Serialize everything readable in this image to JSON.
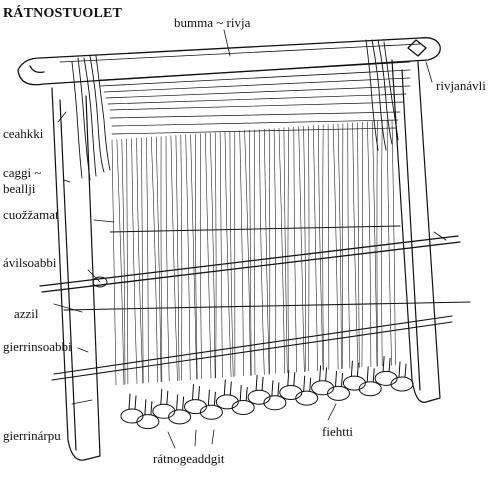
{
  "title": "RÁTNOSTUOLET",
  "labels": {
    "bumma_rivja": "bumma ~ rivja",
    "rivjanavli": "rivjanávli",
    "ceahkki": "ceahkki",
    "caggi_line1": "caggi ~",
    "caggi_line2": "beallji",
    "cuozzamat": "cuožžamat",
    "avilsoabbi": "ávilsoabbi",
    "azzil": "azzil",
    "gierrinsoabbi": "gierrinsoabbi",
    "gierrinarpu": "gierrinárpu",
    "fiehtti": "fiehtti",
    "ratnogeaddgit": "rátnogeaddgit"
  },
  "colors": {
    "ink": "#111111",
    "paper": "#ffffff"
  }
}
